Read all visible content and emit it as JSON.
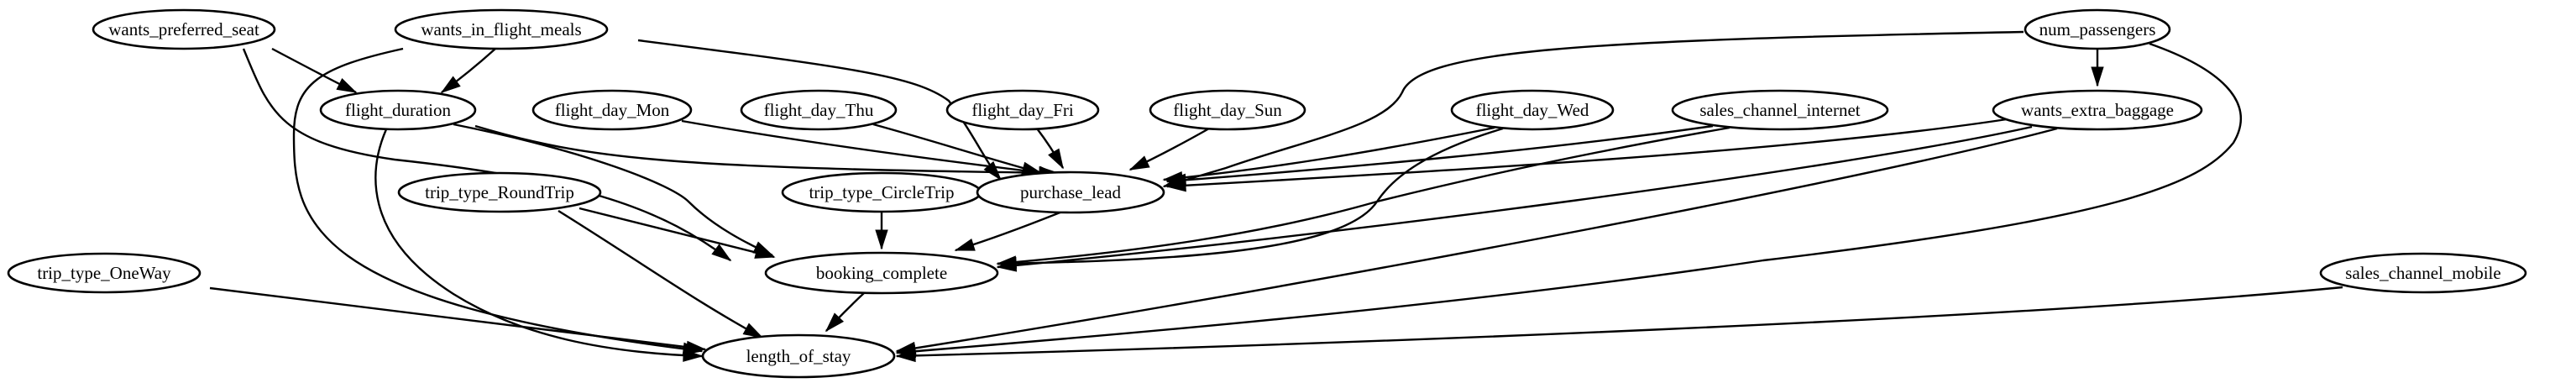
{
  "nodes": {
    "wants_preferred_seat": "wants_preferred_seat",
    "wants_in_flight_meals": "wants_in_flight_meals",
    "num_passengers": "num_passengers",
    "flight_duration": "flight_duration",
    "flight_day_Mon": "flight_day_Mon",
    "flight_day_Thu": "flight_day_Thu",
    "flight_day_Fri": "flight_day_Fri",
    "flight_day_Sun": "flight_day_Sun",
    "flight_day_Wed": "flight_day_Wed",
    "sales_channel_internet": "sales_channel_internet",
    "wants_extra_baggage": "wants_extra_baggage",
    "trip_type_RoundTrip": "trip_type_RoundTrip",
    "trip_type_CircleTrip": "trip_type_CircleTrip",
    "purchase_lead": "purchase_lead",
    "trip_type_OneWay": "trip_type_OneWay",
    "booking_complete": "booking_complete",
    "sales_channel_mobile": "sales_channel_mobile",
    "length_of_stay": "length_of_stay"
  },
  "edges": [
    [
      "wants_preferred_seat",
      "flight_duration"
    ],
    [
      "wants_preferred_seat",
      "booking_complete"
    ],
    [
      "wants_in_flight_meals",
      "flight_duration"
    ],
    [
      "wants_in_flight_meals",
      "purchase_lead"
    ],
    [
      "wants_in_flight_meals",
      "length_of_stay"
    ],
    [
      "num_passengers",
      "wants_extra_baggage"
    ],
    [
      "num_passengers",
      "purchase_lead"
    ],
    [
      "num_passengers",
      "length_of_stay"
    ],
    [
      "flight_duration",
      "purchase_lead"
    ],
    [
      "flight_duration",
      "booking_complete"
    ],
    [
      "flight_duration",
      "length_of_stay"
    ],
    [
      "flight_day_Mon",
      "purchase_lead"
    ],
    [
      "flight_day_Thu",
      "purchase_lead"
    ],
    [
      "flight_day_Fri",
      "purchase_lead"
    ],
    [
      "flight_day_Sun",
      "purchase_lead"
    ],
    [
      "flight_day_Wed",
      "purchase_lead"
    ],
    [
      "flight_day_Wed",
      "booking_complete"
    ],
    [
      "sales_channel_internet",
      "purchase_lead"
    ],
    [
      "sales_channel_internet",
      "booking_complete"
    ],
    [
      "wants_extra_baggage",
      "purchase_lead"
    ],
    [
      "wants_extra_baggage",
      "booking_complete"
    ],
    [
      "wants_extra_baggage",
      "length_of_stay"
    ],
    [
      "trip_type_RoundTrip",
      "booking_complete"
    ],
    [
      "trip_type_RoundTrip",
      "length_of_stay"
    ],
    [
      "trip_type_CircleTrip",
      "booking_complete"
    ],
    [
      "purchase_lead",
      "booking_complete"
    ],
    [
      "trip_type_OneWay",
      "length_of_stay"
    ],
    [
      "booking_complete",
      "length_of_stay"
    ],
    [
      "sales_channel_mobile",
      "length_of_stay"
    ]
  ]
}
